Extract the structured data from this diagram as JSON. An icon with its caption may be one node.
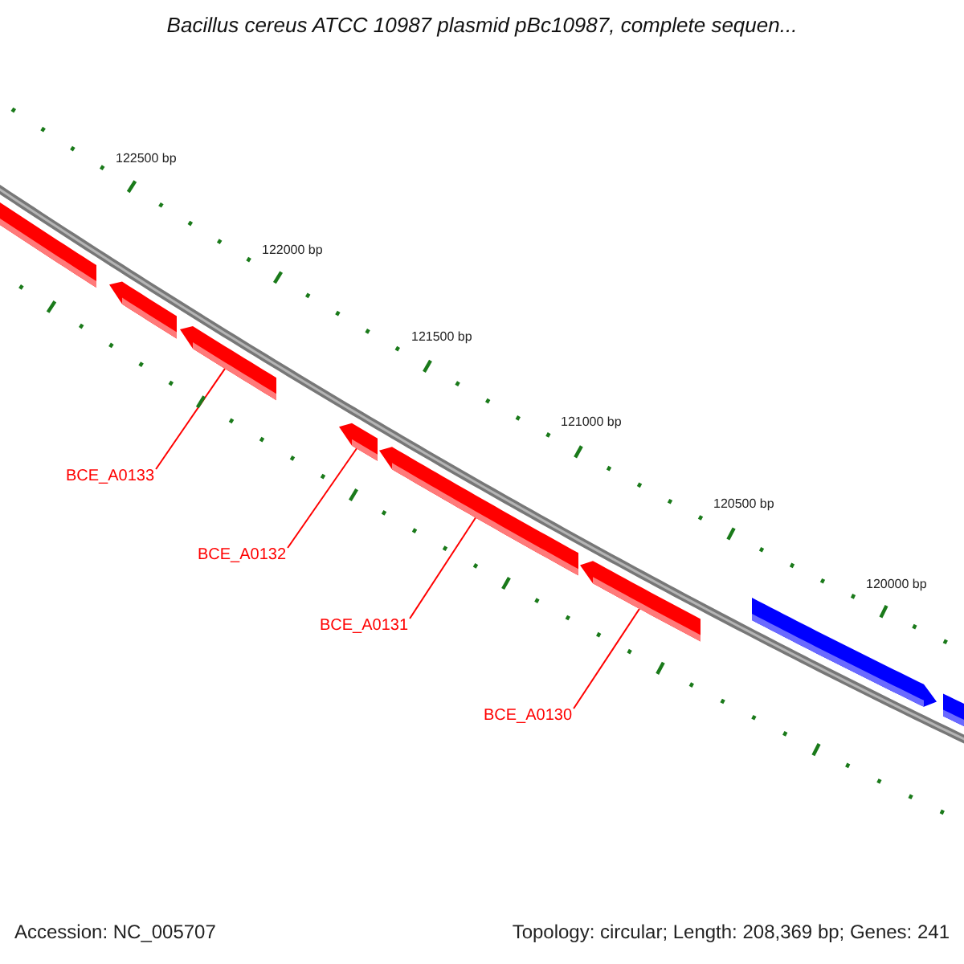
{
  "diagram": {
    "title": "Bacillus cereus ATCC 10987 plasmid pBc10987, complete sequen...",
    "nodes": [
      {
        "text": [],
        "shape": "bar"
      },
      {
        "text": [],
        "shape": "bar"
      },
      {
        "text": [],
        "shape": "bar"
      },
      {
        "text": [],
        "shape": "bar"
      },
      {
        "text": [],
        "shape": "bar"
      },
      {
        "text": [],
        "shape": "bar"
      },
      {
        "text": [],
        "shape": "bar"
      },
      {
        "text": [],
        "shape": "bar"
      },
      {
        "text": [
          "BCE_A0133"
        ]
      },
      {
        "text": [
          "BCE_A0132"
        ]
      },
      {
        "text": [
          "BCE_A0131"
        ]
      },
      {
        "text": [
          "BCE_A0130"
        ]
      }
    ],
    "edges": [
      {
        "from": 8,
        "to": 2,
        "arrow": "none"
      },
      {
        "from": 9,
        "to": 3,
        "arrow": "none"
      },
      {
        "from": 10,
        "to": 4,
        "arrow": "none"
      },
      {
        "from": 11,
        "to": 5,
        "arrow": "none"
      }
    ],
    "labels": [
      "122500 bp",
      "122000 bp",
      "121500 bp",
      "121000 bp",
      "120500 bp",
      "120000 bp",
      "Accession: NC_005707",
      "Topology: circular; Length: 208,369 bp; Genes: 241"
    ]
  }
}
